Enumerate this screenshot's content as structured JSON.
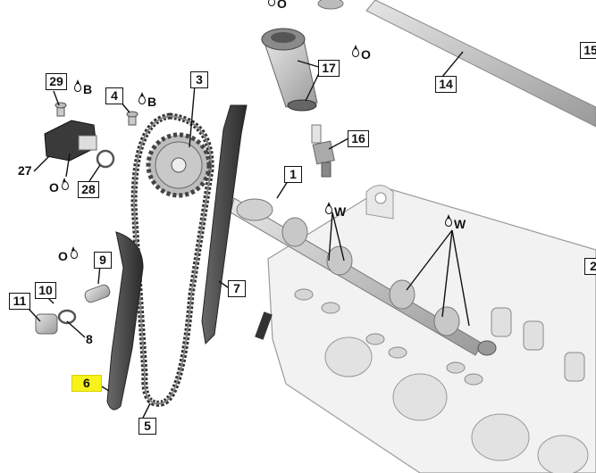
{
  "callouts": {
    "c1": "1",
    "c2": "2",
    "c3": "3",
    "c4": "4",
    "c5": "5",
    "c6": "6",
    "c7": "7",
    "c8": "8",
    "c9": "9",
    "c10": "10",
    "c11": "11",
    "c14": "14",
    "c15": "15",
    "c16": "16",
    "c17": "17",
    "c27": "27",
    "c28": "28",
    "c29": "29"
  },
  "lube": {
    "o": "O",
    "b": "B",
    "w": "W"
  },
  "highlight_color": "#f7f21a"
}
